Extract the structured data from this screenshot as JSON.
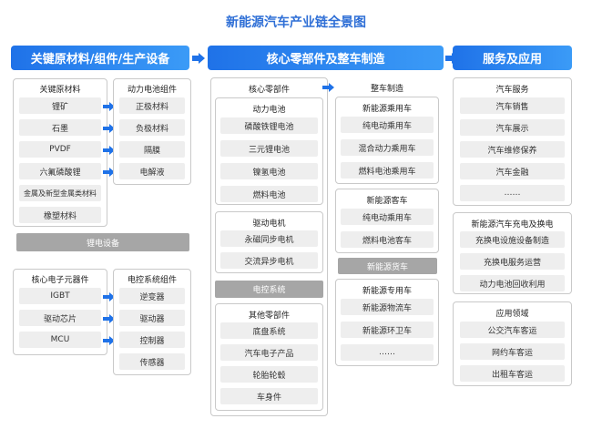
{
  "title": "新能源汽车产业链全景图",
  "headers": {
    "left": "关键原材料/组件/生产设备",
    "middle": "核心零部件及整车制造",
    "right": "服务及应用"
  },
  "left": {
    "raw_materials": {
      "title": "关键原材料",
      "items": [
        "锂矿",
        "石墨",
        "PVDF",
        "六氟磷酸锂",
        "金属及新型金属类材料",
        "橡塑材料"
      ]
    },
    "battery_components": {
      "title": "动力电池组件",
      "items": [
        "正极材料",
        "负极材料",
        "隔膜",
        "电解液"
      ]
    },
    "motor_equipment": "锂电设备",
    "electronic_components": {
      "title": "核心电子元器件",
      "items": [
        "IGBT",
        "驱动芯片",
        "MCU"
      ]
    },
    "ecu_components": {
      "title": "电控系统组件",
      "items": [
        "逆变器",
        "驱动器",
        "控制器",
        "传感器"
      ]
    }
  },
  "middle": {
    "core_parts": {
      "title": "核心零部件",
      "battery": {
        "title": "动力电池",
        "items": [
          "磷酸铁锂电池",
          "三元锂电池",
          "镍氢电池",
          "燃料电池"
        ]
      },
      "motor": {
        "title": "驱动电机",
        "items": [
          "永磁同步电机",
          "交流异步电机"
        ]
      },
      "control_bar": "电控系统",
      "other": {
        "title": "其他零部件",
        "items": [
          "底盘系统",
          "汽车电子产品",
          "轮胎轮毂",
          "车身件"
        ]
      }
    },
    "vehicle": {
      "title": "整车制造",
      "passenger": {
        "title": "新能源乘用车",
        "items": [
          "纯电动乘用车",
          "混合动力乘用车",
          "燃料电池乘用车"
        ]
      },
      "bus": {
        "title": "新能源客车",
        "items": [
          "纯电动乘用车",
          "燃料电池客车"
        ]
      },
      "truck_bar": "新能源货车",
      "special": {
        "title": "新能源专用车",
        "items": [
          "新能源物流车",
          "新能源环卫车",
          "……"
        ]
      }
    }
  },
  "right": {
    "services": {
      "title": "汽车服务",
      "items": [
        "汽车销售",
        "汽车展示",
        "汽车维修保养",
        "汽车金融",
        "……"
      ]
    },
    "charging": {
      "title": "新能源汽车充电及换电",
      "items": [
        "充换电设施设备制造",
        "充换电服务运营",
        "动力电池回收利用"
      ]
    },
    "applications": {
      "title": "应用领域",
      "items": [
        "公交汽车客运",
        "网约车客运",
        "出租车客运"
      ]
    }
  },
  "colors": {
    "accent": "#1f72e8",
    "title": "#2f6fd6",
    "panel_border": "#c9c9c9",
    "item_bg": "#eeeeee",
    "bar_bg": "#a6a6a6"
  }
}
